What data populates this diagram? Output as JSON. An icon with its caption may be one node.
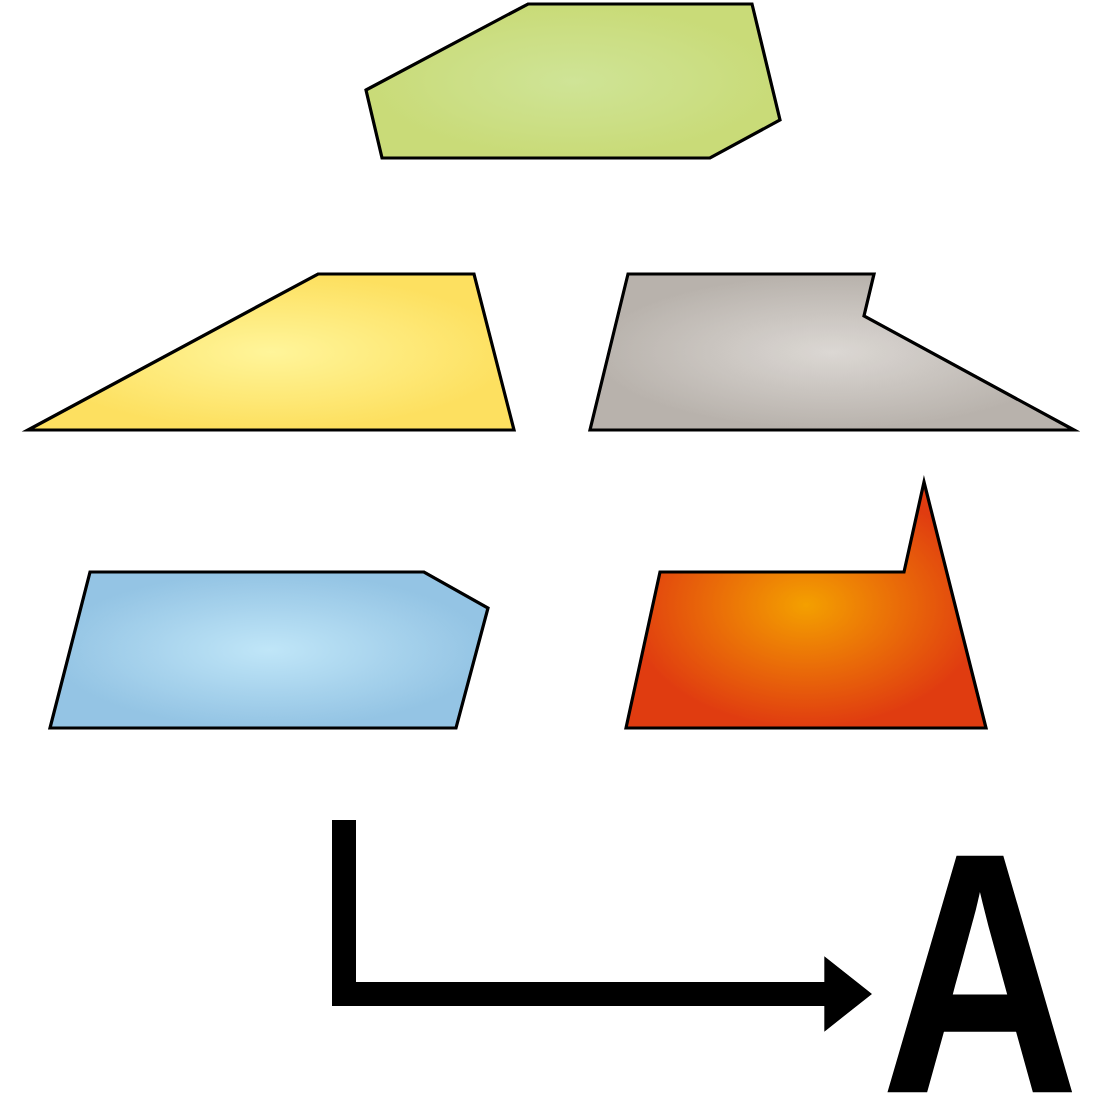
{
  "diagram": {
    "nodes": [
      {
        "text": [],
        "shape": "polygon"
      },
      {
        "text": [],
        "shape": "polygon"
      },
      {
        "text": [],
        "shape": "polygon"
      },
      {
        "text": [],
        "shape": "polygon"
      },
      {
        "text": [],
        "shape": "polygon"
      },
      {
        "text": [
          "A"
        ]
      }
    ],
    "edges": [
      {
        "from": null,
        "to": 5,
        "arrow": "to"
      }
    ]
  }
}
